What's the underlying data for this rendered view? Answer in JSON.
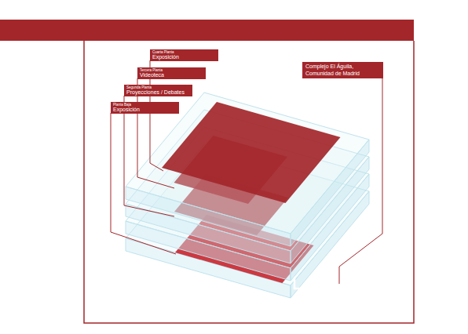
{
  "diagram": {
    "nodes": [
      {
        "text": [
          "Cuarta Planta",
          "Exposición"
        ]
      },
      {
        "text": [
          "Tercera Planta",
          "Videoteca"
        ]
      },
      {
        "text": [
          "Segunda Planta",
          "Proyecciones / Debates"
        ]
      },
      {
        "text": [
          "Planta Baja",
          "Exposición"
        ]
      },
      {
        "text": [
          "Complejo El Águila, Comunidad de Madrid"
        ]
      }
    ]
  }
}
